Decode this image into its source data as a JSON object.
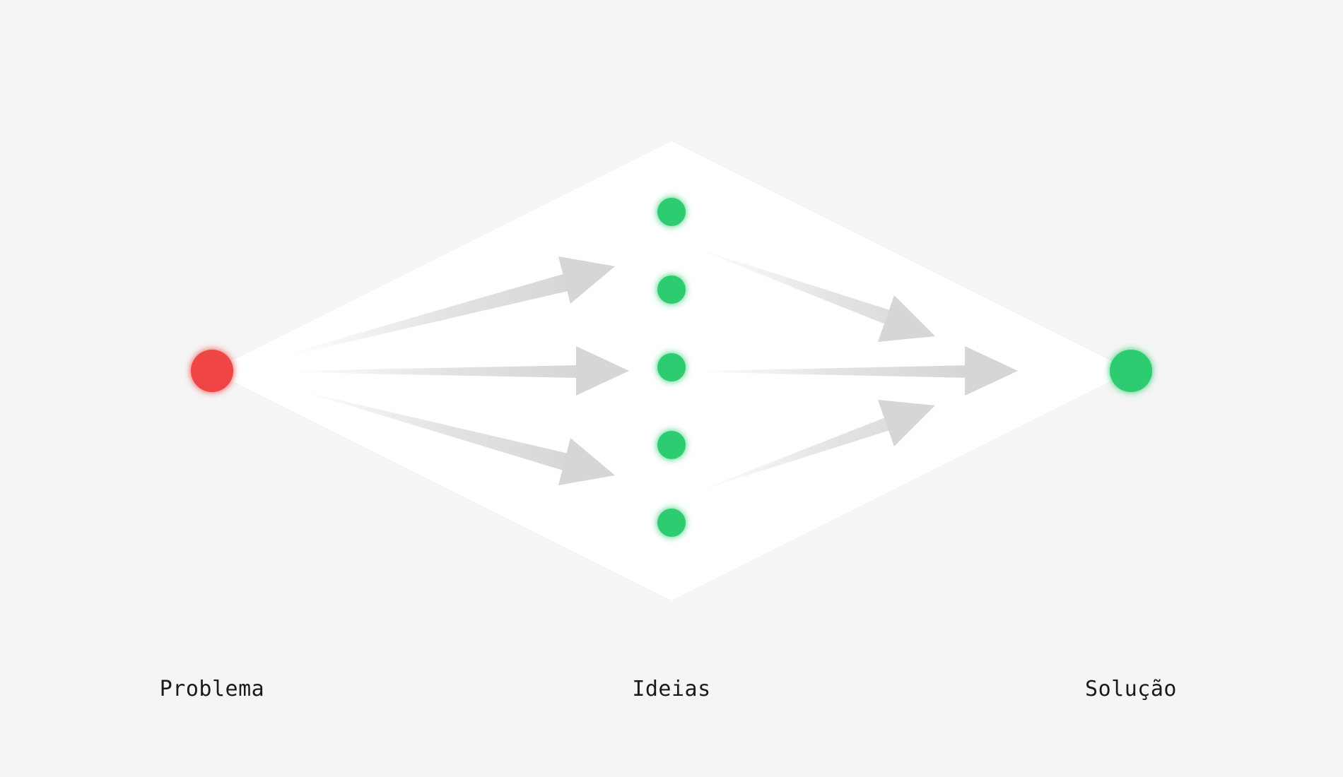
{
  "labels": {
    "problem": "Problema",
    "ideas": "Ideias",
    "solution": "Solução"
  },
  "colors": {
    "background": "#f5f5f5",
    "diamond": "#ffffff",
    "problem_node": "#ef4444",
    "idea_node": "#2ecc71",
    "solution_node": "#2ecc71",
    "arrow": "#d6d6d4"
  },
  "ideas": {
    "count": 5
  }
}
